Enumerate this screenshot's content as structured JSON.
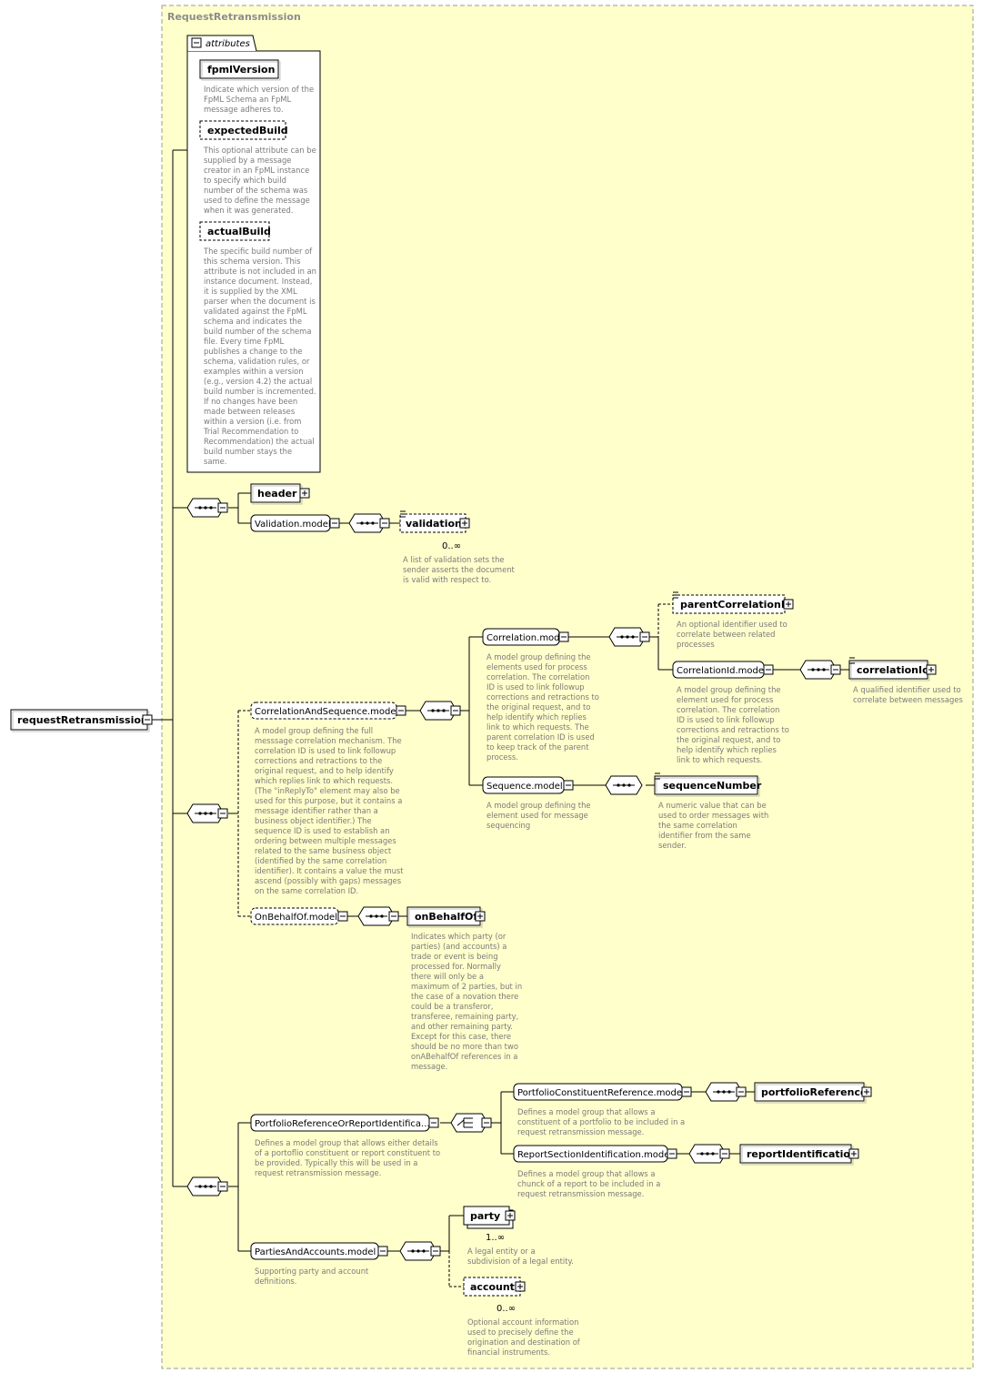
{
  "diagram": {
    "title": "RequestRetransmission",
    "root": {
      "name": "requestRetransmission"
    },
    "attributes": {
      "title": "attributes",
      "items": [
        {
          "name": "fpmlVersion",
          "doc": [
            "Indicate which version of the",
            "FpML Schema an FpML",
            "message adheres to."
          ]
        },
        {
          "name": "expectedBuild",
          "doc": [
            "This optional attribute can be",
            "supplied by a message",
            "creator in an FpML instance",
            "to specify which build",
            "number of the schema was",
            "used to define the message",
            "when it was generated."
          ]
        },
        {
          "name": "actualBuild",
          "doc": [
            "The specific build number of",
            "this schema version. This",
            "attribute is not included in an",
            "instance document. Instead,",
            "it is supplied by the XML",
            "parser when the document is",
            "validated against the FpML",
            "schema and indicates the",
            "build number of the schema",
            "file. Every time FpML",
            "publishes a change to the",
            "schema, validation rules, or",
            "examples within a version",
            "(e.g., version 4.2) the actual",
            "build number is incremented.",
            "If no changes have been",
            "made between releases",
            "within a version (i.e. from",
            "Trial Recommendation to",
            "Recommendation) the actual",
            "build number stays the",
            "same."
          ]
        }
      ]
    },
    "header": {
      "name": "header"
    },
    "validation_model": {
      "name": "Validation.model"
    },
    "validation": {
      "name": "validation",
      "occurs": "0..∞",
      "doc": [
        "A list of validation sets the",
        "sender asserts the document",
        "is valid with respect to."
      ]
    },
    "corr_seq": {
      "name": "CorrelationAndSequence.model",
      "doc": [
        "A model group defining the full",
        "messsage correlation mechanism. The",
        "correlation ID is used to link followup",
        "corrections and retractions to the",
        "original request, and to help identify",
        "which replies link to which requests.",
        "(The \"inReplyTo\" element may also be",
        "used for this purpose, but it contains a",
        "message identifier rather than a",
        "business object identifier.) The",
        "sequence ID is used to establish an",
        "ordering between multiple messages",
        "related to the same business object",
        "(identified by the same correlation",
        "identifier). It contains a value the must",
        "ascend (possibly with gaps) messages",
        "on the same correlation ID."
      ]
    },
    "correlation_model": {
      "name": "Correlation.model",
      "doc": [
        "A model group defining the",
        "elements used for process",
        "correlation. The correlation",
        "ID is used to link followup",
        "corrections and retractions to",
        "the original request, and to",
        "help identify which replies",
        "link to which requests. The",
        "parent correlation ID is used",
        "to keep track of the parent",
        "process."
      ]
    },
    "parent_corr": {
      "name": "parentCorrelationId",
      "doc": [
        "An optional identifier used to",
        "correlate between related",
        "processes"
      ]
    },
    "corr_id_model": {
      "name": "CorrelationId.model",
      "doc": [
        "A model group defining the",
        "element used for process",
        "correlation. The correlation",
        "ID is used to link followup",
        "corrections and retractions to",
        "the original request, and to",
        "help identify which replies",
        "link to which requests."
      ]
    },
    "corr_id": {
      "name": "correlationId",
      "doc": [
        "A qualified identifier used to",
        "correlate between messages"
      ]
    },
    "sequence_model": {
      "name": "Sequence.model",
      "doc": [
        "A model group defining the",
        "element used for message",
        "sequencing"
      ]
    },
    "seq_num": {
      "name": "sequenceNumber",
      "doc": [
        "A numeric value that can be",
        "used to order messages with",
        "the same correlation",
        "identifier from the same",
        "sender."
      ]
    },
    "obo_model": {
      "name": "OnBehalfOf.model"
    },
    "obo": {
      "name": "onBehalfOf",
      "doc": [
        "Indicates which party (or",
        "parties) (and accounts) a",
        "trade or event is being",
        "processed for. Normally",
        "there will only be a",
        "maximum of 2 parties, but in",
        "the case of a novation there",
        "could be a transferor,",
        "transferee, remaining party,",
        "and other remaining party.",
        "Except for this case, there",
        "should be no more than two",
        "onABehalfOf references in a",
        "message."
      ]
    },
    "pf_or_report": {
      "name": "PortfolioReferenceOrReportIdentifica...",
      "doc": [
        "Defines a model group that allows either details",
        "of a portoflio constituent or report constituent to",
        "be provided. Typically this will be used in a",
        "request retransmission message."
      ]
    },
    "pf_model": {
      "name": "PortfolioConstituentReference.model",
      "doc": [
        "Defines a model group that allows a",
        "constituent of a portfolio to be included in a",
        "request retransmission message."
      ]
    },
    "pf_ref": {
      "name": "portfolioReference"
    },
    "rs_model": {
      "name": "ReportSectionIdentification.model",
      "doc": [
        "Defines a model group that allows a",
        "chunck of a report to be included in a",
        "request retransmission message."
      ]
    },
    "rs_id": {
      "name": "reportIdentification"
    },
    "pa_model": {
      "name": "PartiesAndAccounts.model",
      "doc": [
        "Supporting party and account",
        "definitions."
      ]
    },
    "party": {
      "name": "party",
      "occurs": "1..∞",
      "doc": [
        "A legal entity or a",
        "subdivision of a legal entity."
      ]
    },
    "account": {
      "name": "account",
      "occurs": "0..∞",
      "doc": [
        "Optional account information",
        "used to precisely define the",
        "origination and destination of",
        "financial instruments."
      ]
    }
  }
}
